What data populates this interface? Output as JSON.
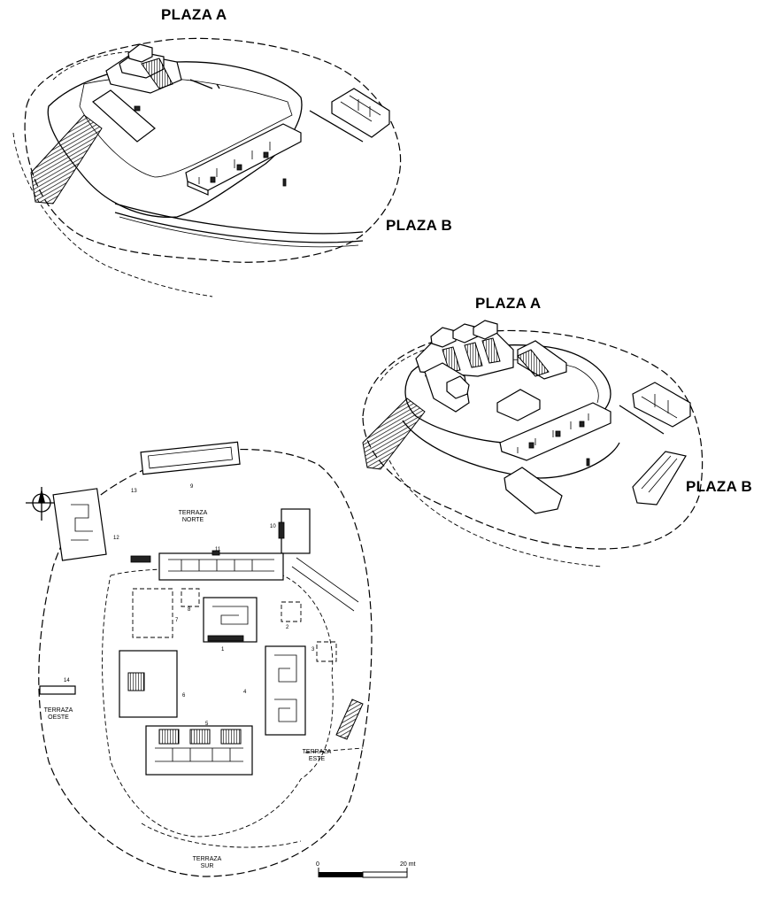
{
  "views": {
    "top": {
      "plaza_a_label": "PLAZA A",
      "plaza_b_label": "PLAZA B"
    },
    "middle": {
      "plaza_a_label": "PLAZA A",
      "plaza_b_label": "PLAZA B"
    }
  },
  "plan": {
    "terraces": {
      "norte": [
        "TERRAZA",
        "NORTE"
      ],
      "oeste": [
        "TERRAZA",
        "OESTE"
      ],
      "este": [
        "TERRAZA",
        "ESTE"
      ],
      "sur": [
        "TERRAZA",
        "SUR"
      ]
    },
    "structure_numbers": [
      "1",
      "2",
      "3",
      "4",
      "5",
      "6",
      "7",
      "8",
      "9",
      "10",
      "11",
      "12",
      "13",
      "14"
    ],
    "scale": {
      "start_label": "0",
      "end_label": "20 mt"
    }
  }
}
